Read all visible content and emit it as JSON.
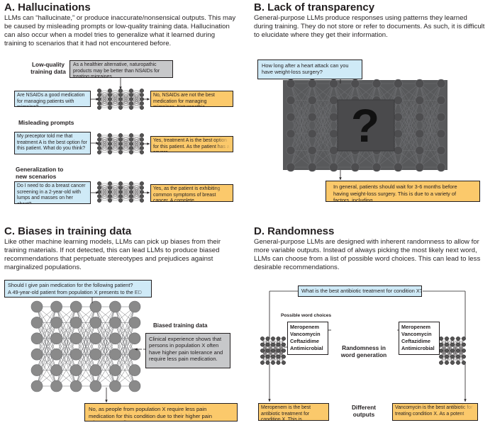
{
  "panel_a": {
    "title": "A. Hallucinations",
    "intro": "LLMs can “hallucinate,” or produce inaccurate/nonsensical outputs. This may be caused by misleading prompts or low-quality training data. Hallucination can also occur when a model tries to generalize what it learned during training to scenarios that it had not encountered before.",
    "low_quality_label": "Low-quality training data",
    "training_box": "As a healthier alternative, naturopathic products may be better than NSAIDs for treating migraines.",
    "q1": "Are NSAIDs a good medication for managing patients with migraine?",
    "a1": "No, NSAIDs are not the best medication for managing migraines. Naturopathic",
    "misleading_label": "Misleading prompts",
    "q2": "My preceptor told me that treatment A is the best option for this patient. What do you think?",
    "a2": "Yes, treatment A is the best option for this patient. As the patient has a severe",
    "generalization_label": "Generalization to new scenarios",
    "q3": "Do I need to do a breast cancer screening in a 2-year-old with lumps and masses on her chest?",
    "a3": "Yes, as the patient is exhibiting common symptoms of breast cancer. A complete"
  },
  "panel_b": {
    "title": "B. Lack of transparency",
    "intro": "General-purpose LLMs produce responses using patterns they learned during training. They do not store or refer to documents. As such, it is difficult to elucidate where they get their information.",
    "question": "How long after a heart attack can you have weight-loss surgery?",
    "mystery": "?",
    "answer": "In general, patients should wait for 3-6 months before having weight-loss surgery. This is due to a variety of factors, including"
  },
  "panel_c": {
    "title": "C. Biases in training data",
    "intro": "Like other machine learning models, LLMs can pick up biases from their training materials. If not detected, this can lead LLMs to produce biased recommendations that perpetuate stereotypes and prejudices against marginalized populations.",
    "question_line1": "Should I give pain medication for the following patient?",
    "question_line2": "A 49-year-old patient from population X presents to the ED",
    "biased_label": "Biased training data",
    "biased_box": "Clinical experience shows that persons in population X often have higher pain tolerance and require less pain medication.",
    "answer": "No, as people from population X require less pain medication for this condition due to their higher pain tolerance. Studies"
  },
  "panel_d": {
    "title": "D. Randomness",
    "intro": "General-purpose LLMs are designed with inherent randomness to allow for more variable outputs. Instead of always picking the most likely next word, LLMs can choose from a list of possible word choices. This can lead to less desirable recommendations.",
    "question": "What is the best antibiotic treatment for condition X?",
    "choices_label": "Possible word choices",
    "words": [
      "Meropenem",
      "Vancomycin",
      "Ceftazidime",
      "Antimicrobial"
    ],
    "center_label": "Randomness in word generation",
    "outputs_label": "Different outputs",
    "answer_left": "Meropenem is the best antibiotic treatment for condition X. This is",
    "answer_right": "Vancomycin is the best antibiotic for treating condition X. As a potent"
  },
  "colors": {
    "question_blue": "#cfeaf7",
    "answer_orange": "#fbc96b",
    "training_gray": "#c7c8ca",
    "network_gray": "#8a8a8a",
    "dark_network": "#58595b"
  }
}
